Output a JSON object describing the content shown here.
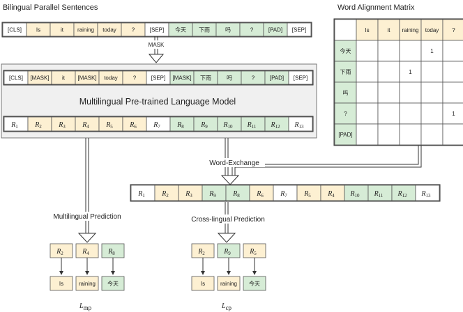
{
  "titles": {
    "bilingual": "Bilingual Parallel Sentences",
    "matrix": "Word Alignment Matrix",
    "model": "Multilingual Pre-trained Language Model",
    "mask": "MASK",
    "exchange": "Word-Exchange",
    "mp_pred": "Multilingual Prediction",
    "cp_pred": "Cross-lingual Prediction",
    "loss_mp_main": "L",
    "loss_mp_sub": "mp",
    "loss_cp_main": "L",
    "loss_cp_sub": "cp"
  },
  "colors": {
    "english": "#fdf0d2",
    "chinese": "#d6ecd6",
    "special": "#ffffff"
  },
  "input_tokens": [
    {
      "t": "[CLS]",
      "c": "w"
    },
    {
      "t": "Is",
      "c": "y"
    },
    {
      "t": "it",
      "c": "y"
    },
    {
      "t": "raining",
      "c": "y"
    },
    {
      "t": "today",
      "c": "y"
    },
    {
      "t": "?",
      "c": "y"
    },
    {
      "t": "[SEP]",
      "c": "w"
    },
    {
      "t": "今天",
      "c": "g"
    },
    {
      "t": "下雨",
      "c": "g"
    },
    {
      "t": "吗",
      "c": "g"
    },
    {
      "t": "?",
      "c": "g"
    },
    {
      "t": "[PAD]",
      "c": "g"
    },
    {
      "t": "[SEP]",
      "c": "w"
    }
  ],
  "masked_tokens": [
    {
      "t": "[CLS]",
      "c": "w"
    },
    {
      "t": "[MASK]",
      "c": "y"
    },
    {
      "t": "it",
      "c": "y"
    },
    {
      "t": "[MASK]",
      "c": "y"
    },
    {
      "t": "today",
      "c": "y"
    },
    {
      "t": "?",
      "c": "y"
    },
    {
      "t": "[SEP]",
      "c": "w"
    },
    {
      "t": "[MASK]",
      "c": "g"
    },
    {
      "t": "下雨",
      "c": "g"
    },
    {
      "t": "吗",
      "c": "g"
    },
    {
      "t": "?",
      "c": "g"
    },
    {
      "t": "[PAD]",
      "c": "g"
    },
    {
      "t": "[SEP]",
      "c": "w"
    }
  ],
  "reps": [
    {
      "n": "1",
      "c": "w"
    },
    {
      "n": "2",
      "c": "y"
    },
    {
      "n": "3",
      "c": "y"
    },
    {
      "n": "4",
      "c": "y"
    },
    {
      "n": "5",
      "c": "y"
    },
    {
      "n": "6",
      "c": "y"
    },
    {
      "n": "7",
      "c": "w"
    },
    {
      "n": "8",
      "c": "g"
    },
    {
      "n": "9",
      "c": "g"
    },
    {
      "n": "10",
      "c": "g"
    },
    {
      "n": "11",
      "c": "g"
    },
    {
      "n": "12",
      "c": "g"
    },
    {
      "n": "13",
      "c": "w"
    }
  ],
  "exchanged_reps": [
    {
      "n": "1",
      "c": "w"
    },
    {
      "n": "2",
      "c": "y"
    },
    {
      "n": "3",
      "c": "y"
    },
    {
      "n": "9",
      "c": "g"
    },
    {
      "n": "8",
      "c": "g"
    },
    {
      "n": "6",
      "c": "y"
    },
    {
      "n": "7",
      "c": "w"
    },
    {
      "n": "5",
      "c": "y"
    },
    {
      "n": "4",
      "c": "y"
    },
    {
      "n": "10",
      "c": "g"
    },
    {
      "n": "11",
      "c": "g"
    },
    {
      "n": "12",
      "c": "g"
    },
    {
      "n": "13",
      "c": "w"
    }
  ],
  "matrix": {
    "cols": [
      {
        "t": "Is",
        "c": "y"
      },
      {
        "t": "it",
        "c": "y"
      },
      {
        "t": "raining",
        "c": "y"
      },
      {
        "t": "today",
        "c": "y"
      },
      {
        "t": "?",
        "c": "y"
      }
    ],
    "rows": [
      {
        "t": "今天",
        "c": "g"
      },
      {
        "t": "下雨",
        "c": "g"
      },
      {
        "t": "吗",
        "c": "g"
      },
      {
        "t": "?",
        "c": "g"
      },
      {
        "t": "[PAD]",
        "c": "g"
      }
    ],
    "values": [
      [
        "",
        "",
        "",
        "1",
        ""
      ],
      [
        "",
        "",
        "1",
        "",
        ""
      ],
      [
        "",
        "",
        "",
        "",
        ""
      ],
      [
        "",
        "",
        "",
        "",
        "1"
      ],
      [
        "",
        "",
        "",
        "",
        ""
      ]
    ]
  },
  "mp": {
    "reps": [
      {
        "n": "2",
        "c": "y"
      },
      {
        "n": "4",
        "c": "y"
      },
      {
        "n": "8",
        "c": "g"
      }
    ],
    "outputs": [
      {
        "t": "Is",
        "c": "y"
      },
      {
        "t": "raining",
        "c": "y"
      },
      {
        "t": "今天",
        "c": "g"
      }
    ]
  },
  "cp": {
    "reps": [
      {
        "n": "2",
        "c": "y"
      },
      {
        "n": "9",
        "c": "g"
      },
      {
        "n": "5",
        "c": "y"
      }
    ],
    "outputs": [
      {
        "t": "Is",
        "c": "y"
      },
      {
        "t": "raining",
        "c": "y"
      },
      {
        "t": "今天",
        "c": "g"
      }
    ]
  }
}
